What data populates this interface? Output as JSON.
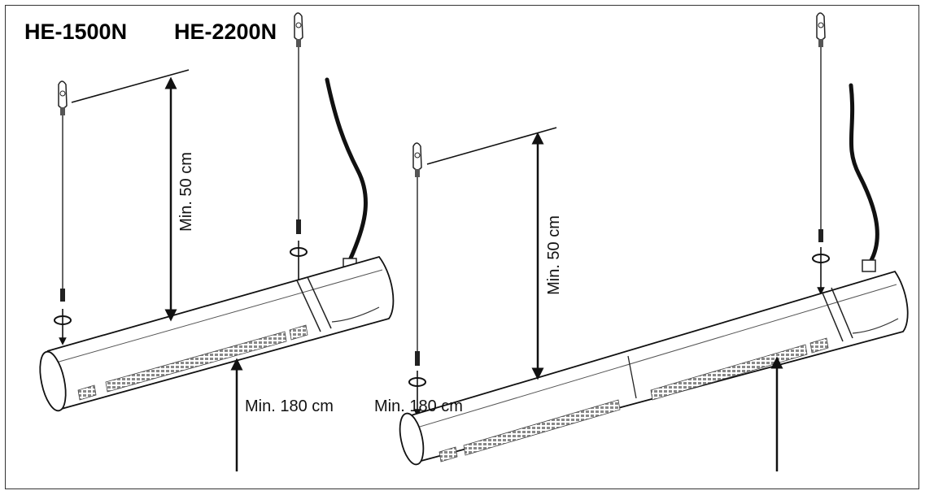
{
  "models": {
    "left": "HE-1500N",
    "right": "HE-2200N"
  },
  "dimensions": {
    "left_top_clearance": "Min. 50 cm",
    "left_floor_height": "Min. 180 cm",
    "right_top_clearance": "Min. 50 cm",
    "right_floor_height": "Min. 180 cm"
  },
  "colors": {
    "line": "#111111",
    "frame": "#333333",
    "grille": "#777777"
  }
}
